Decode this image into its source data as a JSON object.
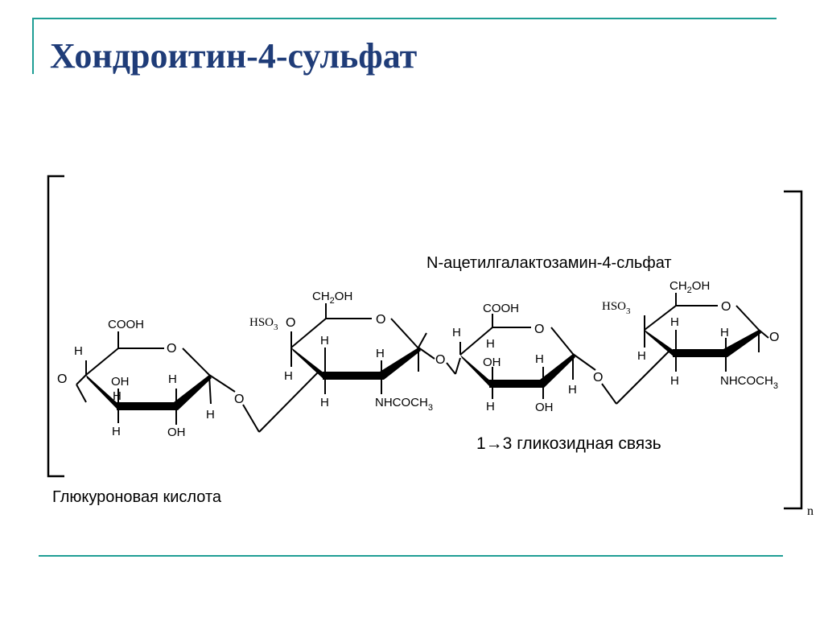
{
  "slide": {
    "title": "Хондроитин-4-сульфат",
    "accent_color": "#1f9e95",
    "title_color": "#1f3c78"
  },
  "diagram": {
    "captions": {
      "upper": "N-ацетилгалактозамин-4-сльфат",
      "bond": "1→3 гликозидная связь",
      "lower": "Глюкуроновая кислота",
      "repeat": "n"
    },
    "ring1": {
      "cooh": "COOH",
      "o_ring": "O",
      "h_top": "H",
      "o_left": "O",
      "oh_mid": "OH",
      "h_mid": "H",
      "h_low": "H",
      "h_right": "H",
      "h_bottom": "H",
      "oh_bottom": "OH"
    },
    "link1": {
      "o": "O"
    },
    "ring2": {
      "ch2oh": "CH2OH",
      "hso3": "HSO",
      "hso3_sub": "3",
      "hso3_o": "O",
      "o_ring": "O",
      "h_top": "H",
      "h_mid": "H",
      "h_left": "H",
      "h_bottom": "H",
      "nhcoch": "NHCOCH",
      "nhcoch_sub": "3"
    },
    "link2": {
      "o": "O"
    },
    "ring3": {
      "cooh": "COOH",
      "o_ring": "O",
      "h_left": "H",
      "h_top": "H",
      "oh_mid": "OH",
      "h_mid": "H",
      "h_right": "H",
      "h_bottom": "H",
      "oh_bottom": "OH"
    },
    "link3": {
      "o": "O"
    },
    "ring4": {
      "ch2oh": "CH2OH",
      "hso3": "HSO",
      "hso3_sub": "3",
      "o_ring": "O",
      "h_top": "H",
      "h_mid": "H",
      "h_left": "H",
      "h_bottom": "H",
      "nhcoch": "NHCOCH",
      "nhcoch_sub": "3",
      "o_right": "O"
    }
  }
}
